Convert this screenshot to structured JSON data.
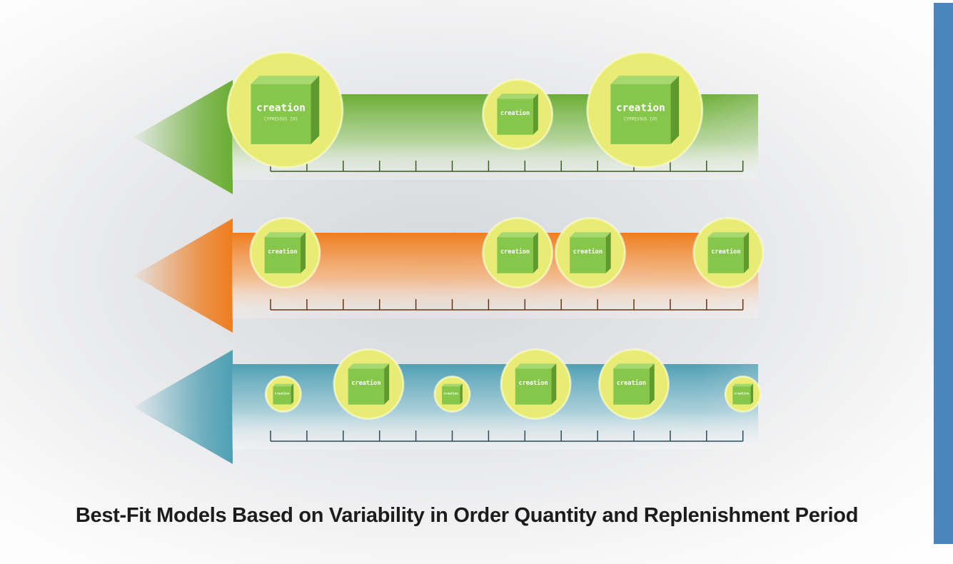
{
  "caption": "Best-Fit Models Based on Variability in Order Quantity and Replenishment Period",
  "colors": {
    "green": "#6aad33",
    "orange": "#ee7d1f",
    "blue": "#4f9fb4",
    "circle_fill": "#e9ec74",
    "box_face": "#86c64b",
    "accent_bar": "#4a86bd"
  },
  "rows": [
    {
      "name": "green",
      "color": "#6aad33",
      "tick_color": "#3d5a24",
      "boxes": [
        {
          "position": 0.4,
          "size": "large",
          "label": "creation",
          "sub": "CYPRESSUS IOS"
        },
        {
          "position": 6.8,
          "size": "medium",
          "label": "creation",
          "sub": ""
        },
        {
          "position": 10.3,
          "size": "large",
          "label": "creation",
          "sub": "CYPRESSUS IOS"
        }
      ]
    },
    {
      "name": "orange",
      "color": "#ee7d1f",
      "tick_color": "#6b3316",
      "boxes": [
        {
          "position": 0.4,
          "size": "medium",
          "label": "creation",
          "sub": ""
        },
        {
          "position": 6.8,
          "size": "medium",
          "label": "creation",
          "sub": ""
        },
        {
          "position": 8.8,
          "size": "medium",
          "label": "creation",
          "sub": ""
        },
        {
          "position": 12.6,
          "size": "medium",
          "label": "creation",
          "sub": ""
        }
      ]
    },
    {
      "name": "blue",
      "color": "#4f9fb4",
      "tick_color": "#2f4a58",
      "boxes": [
        {
          "position": 0.35,
          "size": "small",
          "label": "creation",
          "sub": ""
        },
        {
          "position": 2.7,
          "size": "medium",
          "label": "creation",
          "sub": ""
        },
        {
          "position": 5.0,
          "size": "small",
          "label": "creation",
          "sub": ""
        },
        {
          "position": 7.3,
          "size": "medium",
          "label": "creation",
          "sub": ""
        },
        {
          "position": 10.0,
          "size": "medium",
          "label": "creation",
          "sub": ""
        },
        {
          "position": 13.0,
          "size": "small",
          "label": "creation",
          "sub": ""
        }
      ]
    }
  ]
}
